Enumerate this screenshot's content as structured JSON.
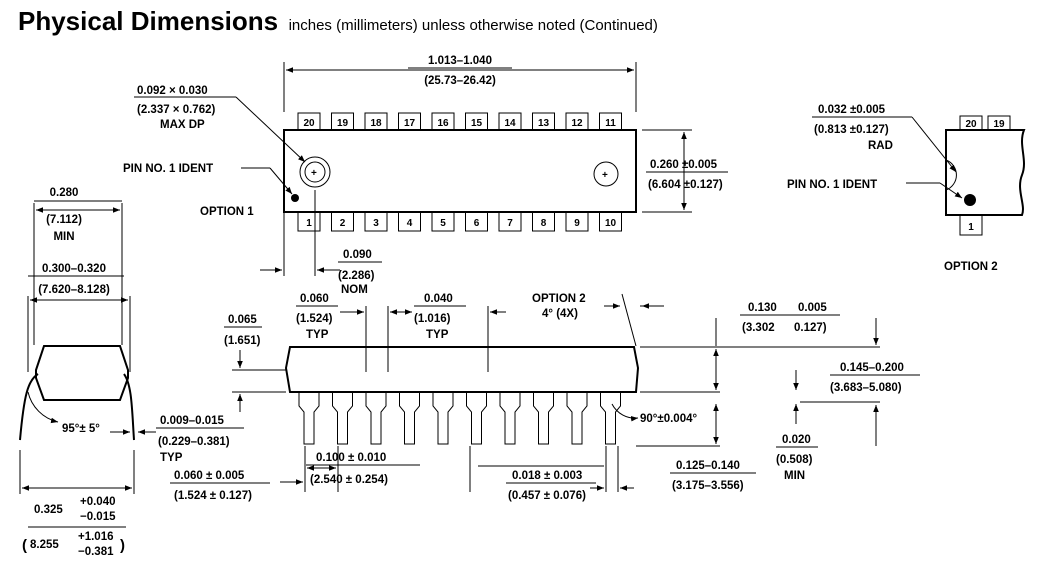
{
  "header": {
    "title": "Physical Dimensions",
    "subtitle": "inches (millimeters) unless otherwise noted (Continued)"
  },
  "top_view": {
    "top_pins": [
      "20",
      "19",
      "18",
      "17",
      "16",
      "15",
      "14",
      "13",
      "12",
      "11"
    ],
    "bottom_pins": [
      "1",
      "2",
      "3",
      "4",
      "5",
      "6",
      "7",
      "8",
      "9",
      "10"
    ],
    "length_in": "1.013–1.040",
    "length_mm": "(25.73–26.42)",
    "dimple_in": "0.092 × 0.030",
    "dimple_mm": "(2.337 × 0.762)",
    "dimple_note": "MAX DP",
    "pin1_ident": "PIN NO. 1 IDENT",
    "option1": "OPTION 1",
    "width_in": "0.260 ±0.005",
    "width_mm": "(6.604 ±0.127)",
    "offset_in": "0.090",
    "offset_mm": "(2.286)",
    "offset_note": "NOM"
  },
  "option2_view": {
    "top_pins": [
      "20",
      "19"
    ],
    "bottom_pin": "1",
    "rad_in": "0.032 ±0.005",
    "rad_mm": "(0.813 ±0.127)",
    "rad_note": "RAD",
    "pin1_ident": "PIN NO. 1 IDENT",
    "label": "OPTION 2"
  },
  "end_view": {
    "min_in": "0.280",
    "min_mm": "(7.112)",
    "min_note": "MIN",
    "span_in": "0.300–0.320",
    "span_mm": "(7.620–8.128)",
    "angle": "95°± 5°",
    "lead_in": "0.009–0.015",
    "lead_mm": "(0.229–0.381)",
    "lead_note": "TYP",
    "spread_in": "0.325",
    "spread_tol_in_plus": "+0.040",
    "spread_tol_in_minus": "−0.015",
    "spread_mm": "8.255",
    "spread_tol_mm_plus": "+1.016",
    "spread_tol_mm_minus": "−0.381"
  },
  "side_view": {
    "h065_in": "0.065",
    "h065_mm": "(1.651)",
    "w060_in": "0.060",
    "w060_mm": "(1.524)",
    "w060_note": "TYP",
    "w040_in": "0.040",
    "w040_mm": "(1.016)",
    "w040_note": "TYP",
    "option2": "OPTION 2",
    "option2_angle": "4° (4X)",
    "h130_in": "0.130",
    "h130_tol": "0.005",
    "h130_mm": "(3.302",
    "h130_mm_tol": "0.127)",
    "h145_in": "0.145–0.200",
    "h145_mm": "(3.683–5.080)",
    "angle90": "90°±0.004°",
    "h020_in": "0.020",
    "h020_mm": "(0.508)",
    "h020_note": "MIN",
    "pitch_in": "0.100 ± 0.010",
    "pitch_mm": "(2.540 ± 0.254)",
    "end060_in": "0.060 ± 0.005",
    "end060_mm": "(1.524 ± 0.127)",
    "lead018_in": "0.018 ± 0.003",
    "lead018_mm": "(0.457 ± 0.076)",
    "h125_in": "0.125–0.140",
    "h125_mm": "(3.175–3.556)"
  }
}
